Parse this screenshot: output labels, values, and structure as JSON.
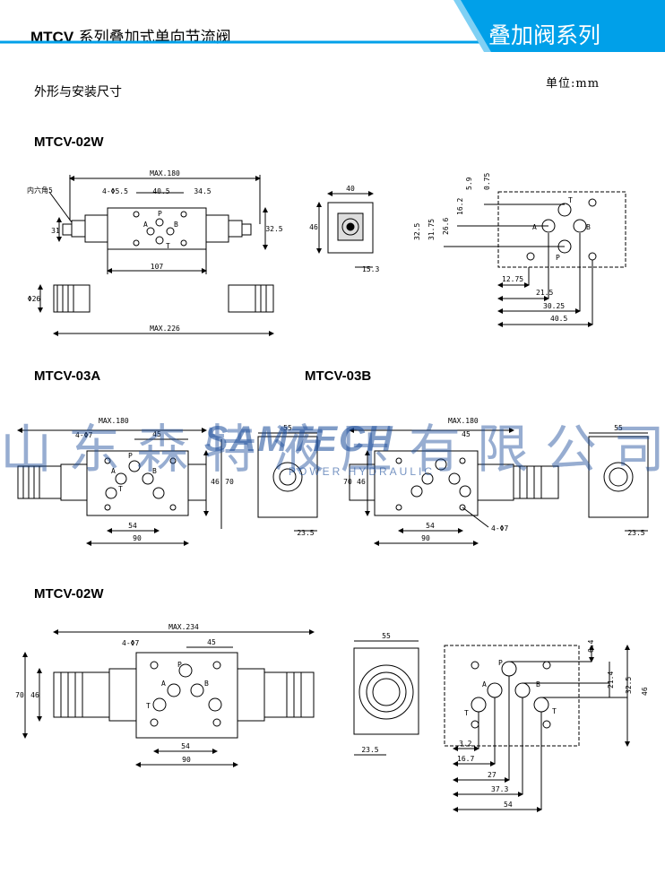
{
  "header": {
    "model_prefix": "MTCV",
    "model_desc": " 系列叠加式单向节流阀",
    "series_title": "叠加阀系列",
    "accent_color": "#00a0e9"
  },
  "unit_label": "单位:mm",
  "section_title": "外形与安装尺寸",
  "models": {
    "m1": "MTCV-02W",
    "m2": "MTCV-03A",
    "m3": "MTCV-03B",
    "m4": "MTCV-02W"
  },
  "watermark": {
    "chinese": "山东森特液压有限公司",
    "brand": "SAMTECH",
    "tagline": "POWER HYDRAULIC"
  },
  "d1": {
    "max180": "MAX.180",
    "hole": "4-Φ5.5",
    "d40_5": "40.5",
    "d34_5": "34.5",
    "hex": "内六角5",
    "d31": "31",
    "d32_5": "32.5",
    "d107": "107",
    "phi26": "Φ26",
    "max226": "MAX.226",
    "P": "P",
    "A": "A",
    "B": "B",
    "T": "T",
    "side_w": "40",
    "side_h": "46",
    "side_15_3": "15.3",
    "p_5_9": "5.9",
    "p_0_75": "0.75",
    "p_16_2": "16.2",
    "p_26_6": "26.6",
    "p_31_75": "31.75",
    "p_32_5": "32.5",
    "p_12_75": "12.75",
    "p_21_5": "21.5",
    "p_30_25": "30.25",
    "p_40_5": "40.5"
  },
  "d2": {
    "max180": "MAX.180",
    "hole": "4-Φ7",
    "d45": "45",
    "d46": "46",
    "d70": "70",
    "d54": "54",
    "d90": "90",
    "P": "P",
    "A": "A",
    "B": "B",
    "T": "T",
    "side_w": "55",
    "side_23_5": "23.5",
    "side_70": "70",
    "b_max180": "MAX.180",
    "b_45": "45",
    "b_46": "46",
    "b_70": "70",
    "b_54": "54",
    "b_90": "90",
    "b_hole": "4-Φ7",
    "b_side_w": "55",
    "b_side_23_5": "23.5"
  },
  "d3": {
    "max234": "MAX.234",
    "hole": "4-Φ7",
    "d45": "45",
    "d70": "70",
    "d46": "46",
    "d54": "54",
    "d90": "90",
    "P": "P",
    "A": "A",
    "B": "B",
    "T": "T",
    "side_w": "55",
    "side_23_5": "23.5",
    "p_6_4": "6.4",
    "p_21_4": "21.4",
    "p_32_5": "32.5",
    "p_46": "46",
    "p_3_2": "3.2",
    "p_16_7": "16.7",
    "p_27": "27",
    "p_37_3": "37.3",
    "p_54": "54"
  }
}
